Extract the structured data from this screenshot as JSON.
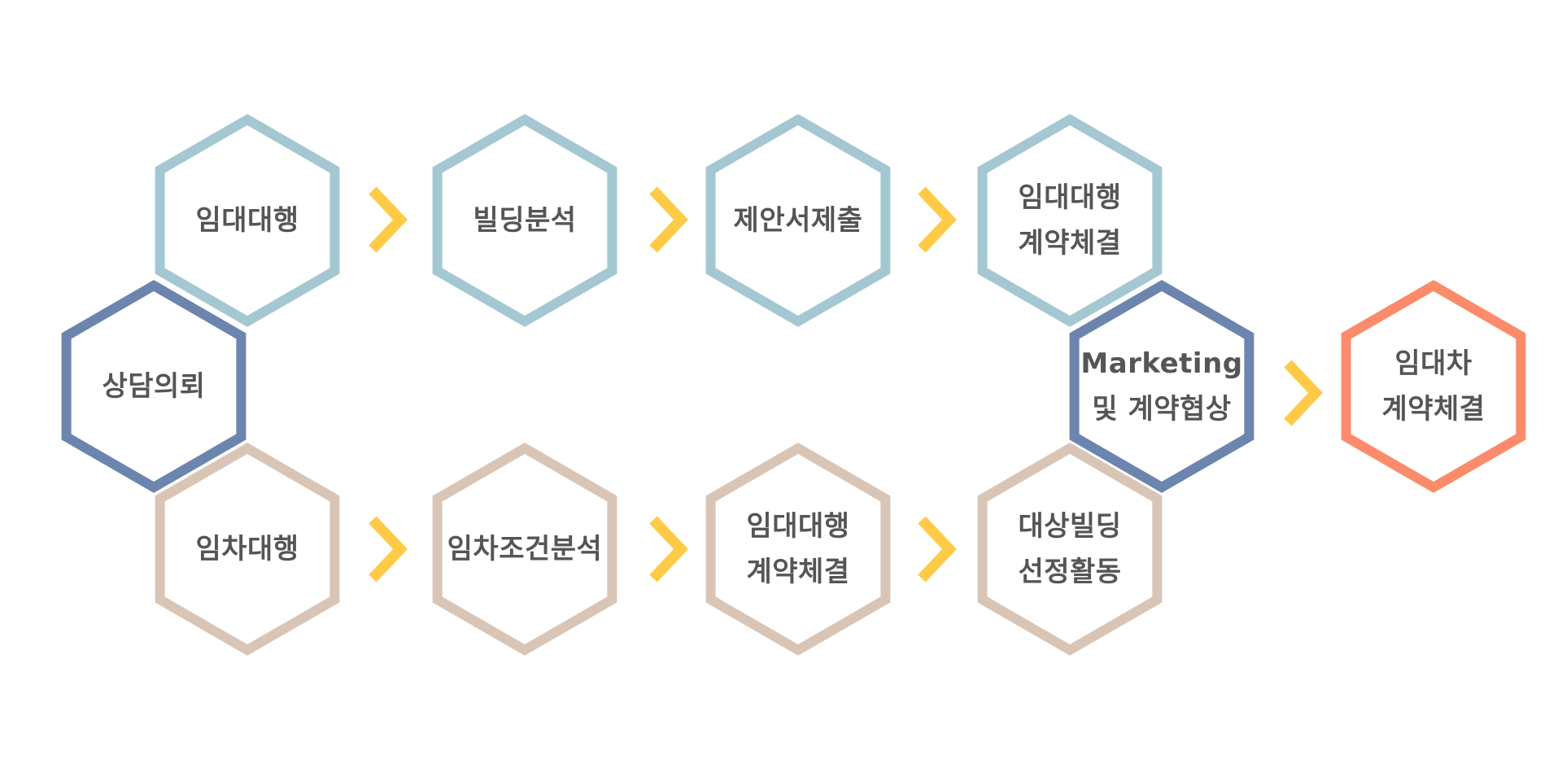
{
  "colors": {
    "lessor": "#a4c8d2",
    "center": "#6b85af",
    "lessee": "#d9c5b6",
    "final": "#fb8b6a",
    "arrow": "#ffcb47",
    "text": "#555555"
  },
  "nodes": {
    "lease_agency": {
      "lines": [
        "임대대행"
      ]
    },
    "building_analysis": {
      "lines": [
        "빌딩분석"
      ]
    },
    "proposal_submission": {
      "lines": [
        "제안서제출"
      ]
    },
    "lease_contract_top": {
      "lines": [
        "임대대행",
        "계약체결"
      ]
    },
    "consultation_request": {
      "lines": [
        "상담의뢰"
      ]
    },
    "marketing_negotiation": {
      "lines": [
        "Marketing",
        "및 계약협상"
      ]
    },
    "lease_contract_final": {
      "lines": [
        "임대차",
        "계약체결"
      ]
    },
    "tenant_agency": {
      "lines": [
        "임차대행"
      ]
    },
    "tenant_condition_analysis": {
      "lines": [
        "임차조건분석"
      ]
    },
    "lease_contract_bottom": {
      "lines": [
        "임대대행",
        "계약체결"
      ]
    },
    "target_building_selection": {
      "lines": [
        "대상빌딩",
        "선정활동"
      ]
    }
  }
}
